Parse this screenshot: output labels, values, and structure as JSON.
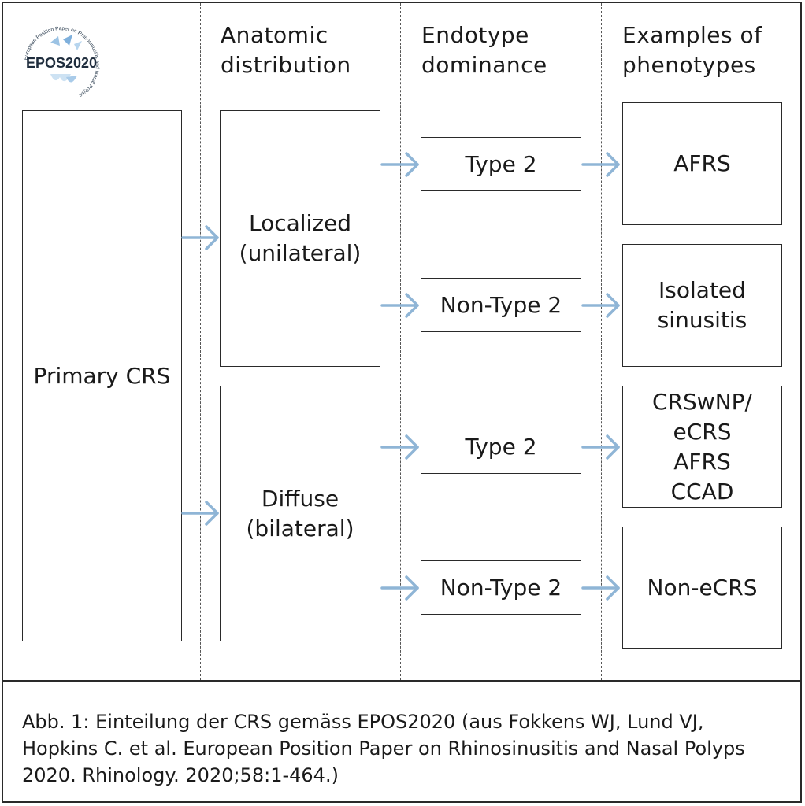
{
  "logo": {
    "main_text": "EPOS2020",
    "ring_text": "European Position Paper on Rhinosinusitis and Nasal Polyps"
  },
  "headers": {
    "anatomic": "Anatomic\ndistribution",
    "endotype": "Endotype\ndominance",
    "phenotypes": "Examples of\nphenotypes"
  },
  "nodes": {
    "primary": "Primary CRS",
    "localized": "Localized\n(unilateral)",
    "diffuse": "Diffuse\n(bilateral)",
    "type2_a": "Type 2",
    "nontype2_a": "Non-Type 2",
    "type2_b": "Type 2",
    "nontype2_b": "Non-Type 2",
    "afrs": "AFRS",
    "isolated": "Isolated\nsinusitis",
    "crswnp": "CRSwNP/\neCRS\nAFRS\nCCAD",
    "non_ecrs": "Non-eCRS"
  },
  "colors": {
    "arrow": "#8fb5d6",
    "border": "#2a2a2a"
  },
  "caption": "Abb. 1: Einteilung der CRS gemäss EPOS2020 (aus Fokkens WJ, Lund VJ, Hopkins C. et al. European Position Paper on Rhinosinusitis and Nasal Polyps 2020. Rhinology. 2020;58:1-464.)"
}
